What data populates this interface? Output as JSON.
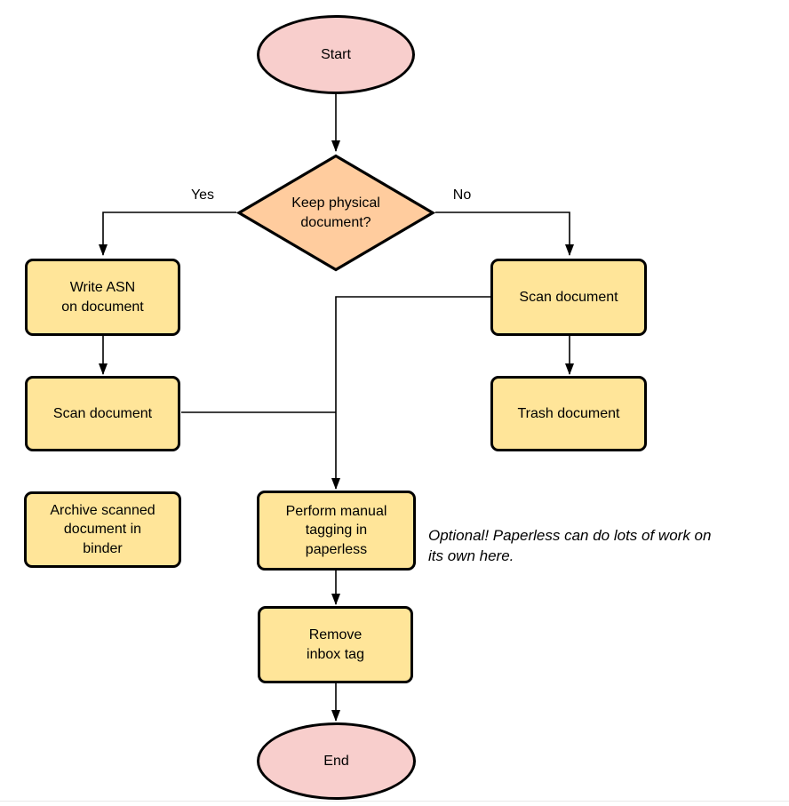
{
  "diagram_type": "flowchart",
  "colors": {
    "terminal_fill": "#F8CECC",
    "decision_fill": "#FFCC9E",
    "process_fill": "#FFE599",
    "stroke": "#000000",
    "text": "#000000"
  },
  "nodes": {
    "start": {
      "type": "terminal",
      "label": "Start"
    },
    "decision": {
      "type": "decision",
      "label": "Keep physical\ndocument?"
    },
    "write_asn": {
      "type": "process",
      "label": "Write ASN\non document"
    },
    "scan_left": {
      "type": "process",
      "label": "Scan document"
    },
    "archive": {
      "type": "process",
      "label": "Archive scanned\ndocument in\nbinder"
    },
    "scan_right": {
      "type": "process",
      "label": "Scan document"
    },
    "trash": {
      "type": "process",
      "label": "Trash document"
    },
    "perform_tagging": {
      "type": "process",
      "label": "Perform manual\ntagging in\npaperless"
    },
    "remove_inbox": {
      "type": "process",
      "label": "Remove\ninbox tag"
    },
    "end": {
      "type": "terminal",
      "label": "End"
    }
  },
  "edge_labels": {
    "yes": "Yes",
    "no": "No"
  },
  "edges": [
    {
      "from": "start",
      "to": "decision"
    },
    {
      "from": "decision",
      "to": "write_asn",
      "label": "Yes"
    },
    {
      "from": "decision",
      "to": "scan_right",
      "label": "No"
    },
    {
      "from": "write_asn",
      "to": "scan_left"
    },
    {
      "from": "scan_left",
      "to": "perform_tagging"
    },
    {
      "from": "scan_right",
      "to": "perform_tagging"
    },
    {
      "from": "scan_right",
      "to": "trash"
    },
    {
      "from": "perform_tagging",
      "to": "remove_inbox"
    },
    {
      "from": "remove_inbox",
      "to": "end"
    }
  ],
  "annotation": "Optional! Paperless can do lots of work on\nits own here."
}
